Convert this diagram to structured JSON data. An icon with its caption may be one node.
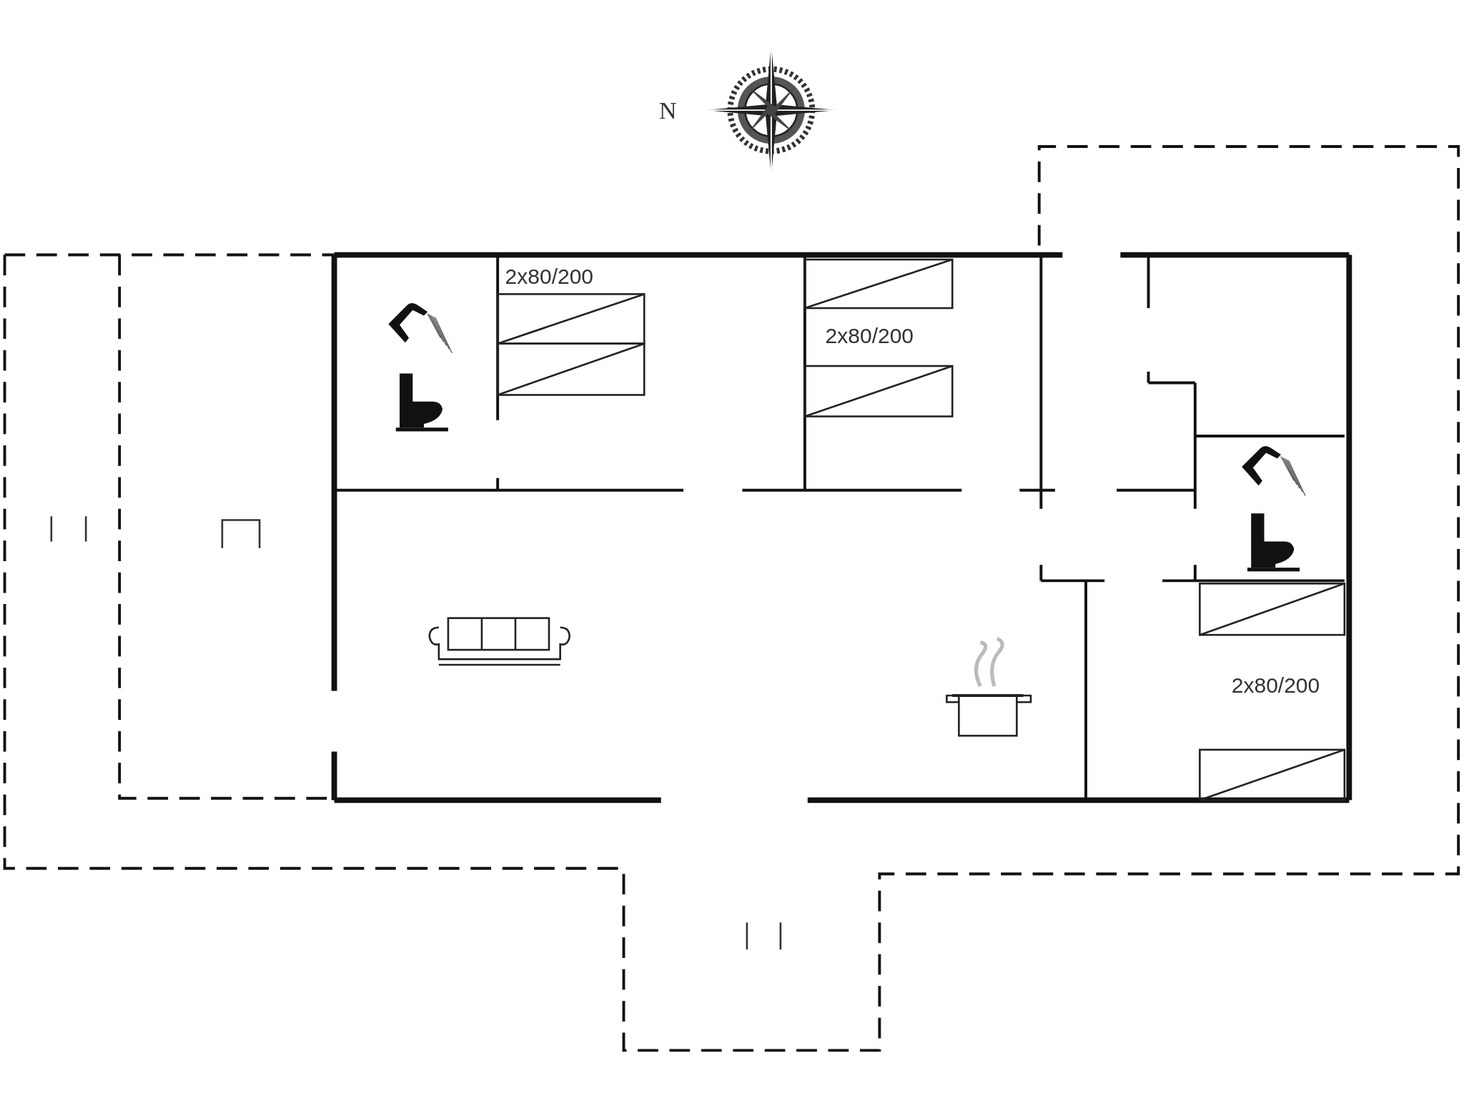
{
  "diagram": {
    "labels": [
      "N",
      "2x80/200",
      "2x80/200",
      "2x80/200"
    ]
  }
}
